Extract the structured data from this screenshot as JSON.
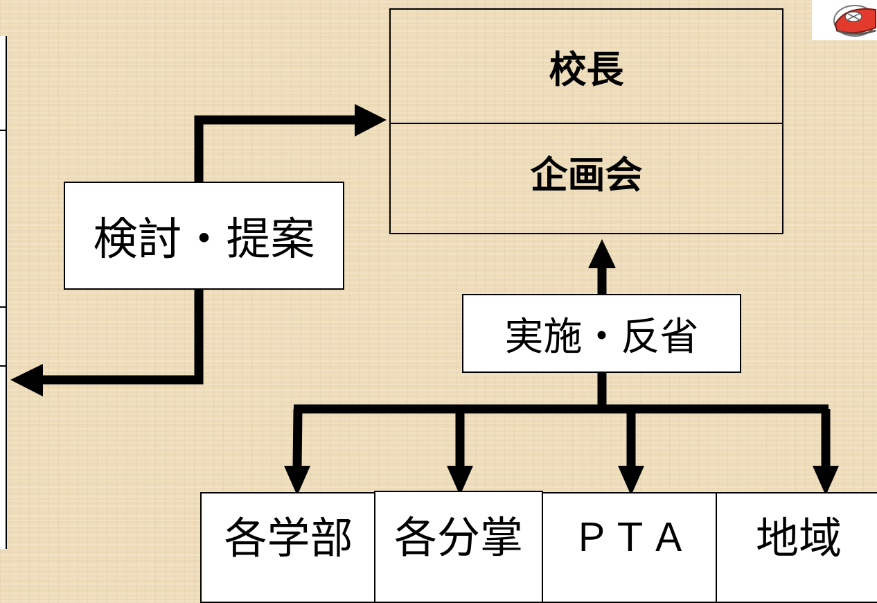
{
  "diagram": {
    "top_box": {
      "principal": "校長",
      "planning": "企画会"
    },
    "review_label": "検討・提案",
    "implement_label": "実施・反省",
    "bottom_boxes": [
      "各学部",
      "各分掌",
      "ＰＴＡ",
      "地域"
    ]
  },
  "icons": {
    "corner": "sneaker-icon"
  }
}
